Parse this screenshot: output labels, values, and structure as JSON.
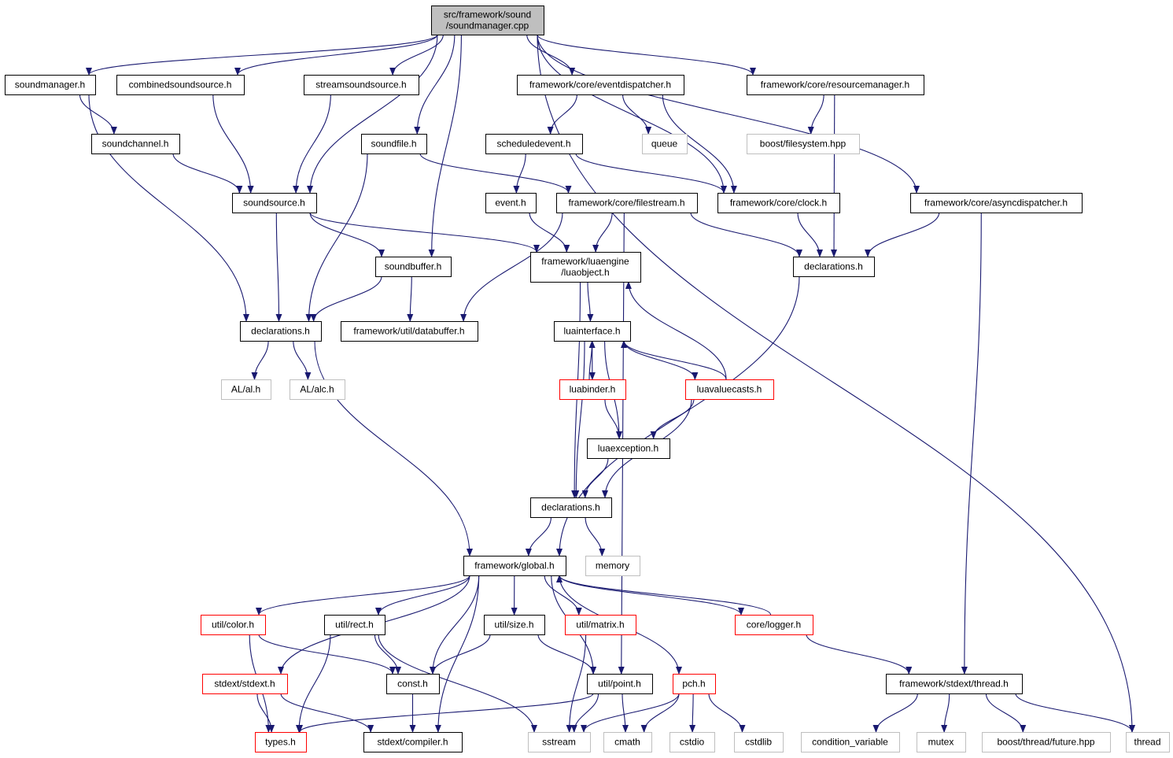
{
  "colors": {
    "edge": "#191970",
    "box_default": "#000000",
    "box_external": "#bfbfbf",
    "box_truncated": "#ff0000",
    "root_fill": "#bfbfbf",
    "fill": "#ffffff"
  },
  "nodes": [
    {
      "id": "root",
      "lines": [
        "src/framework/sound",
        "/soundmanager.cpp"
      ],
      "kind": "root"
    },
    {
      "id": "soundmanager_h",
      "lines": [
        "soundmanager.h"
      ],
      "kind": "default"
    },
    {
      "id": "combinedsoundsource_h",
      "lines": [
        "combinedsoundsource.h"
      ],
      "kind": "default"
    },
    {
      "id": "streamsoundsource_h",
      "lines": [
        "streamsoundsource.h"
      ],
      "kind": "default"
    },
    {
      "id": "eventdispatcher_h",
      "lines": [
        "framework/core/eventdispatcher.h"
      ],
      "kind": "default"
    },
    {
      "id": "resourcemanager_h",
      "lines": [
        "framework/core/resourcemanager.h"
      ],
      "kind": "default"
    },
    {
      "id": "soundchannel_h",
      "lines": [
        "soundchannel.h"
      ],
      "kind": "default"
    },
    {
      "id": "soundfile_h",
      "lines": [
        "soundfile.h"
      ],
      "kind": "default"
    },
    {
      "id": "scheduledevent_h",
      "lines": [
        "scheduledevent.h"
      ],
      "kind": "default"
    },
    {
      "id": "queue",
      "lines": [
        "queue"
      ],
      "kind": "external"
    },
    {
      "id": "boost_filesystem",
      "lines": [
        "boost/filesystem.hpp"
      ],
      "kind": "external"
    },
    {
      "id": "soundsource_h",
      "lines": [
        "soundsource.h"
      ],
      "kind": "default"
    },
    {
      "id": "event_h",
      "lines": [
        "event.h"
      ],
      "kind": "default"
    },
    {
      "id": "filestream_h",
      "lines": [
        "framework/core/filestream.h"
      ],
      "kind": "default"
    },
    {
      "id": "clock_h",
      "lines": [
        "framework/core/clock.h"
      ],
      "kind": "default"
    },
    {
      "id": "asyncdispatcher_h",
      "lines": [
        "framework/core/asyncdispatcher.h"
      ],
      "kind": "default"
    },
    {
      "id": "soundbuffer_h",
      "lines": [
        "soundbuffer.h"
      ],
      "kind": "default"
    },
    {
      "id": "luaobject_h",
      "lines": [
        "framework/luaengine",
        "/luaobject.h"
      ],
      "kind": "default"
    },
    {
      "id": "core_declarations_h",
      "lines": [
        "declarations.h"
      ],
      "kind": "default"
    },
    {
      "id": "sound_declarations_h",
      "lines": [
        "declarations.h"
      ],
      "kind": "default"
    },
    {
      "id": "databuffer_h",
      "lines": [
        "framework/util/databuffer.h"
      ],
      "kind": "default"
    },
    {
      "id": "luainterface_h",
      "lines": [
        "luainterface.h"
      ],
      "kind": "default"
    },
    {
      "id": "al_h",
      "lines": [
        "AL/al.h"
      ],
      "kind": "external"
    },
    {
      "id": "alc_h",
      "lines": [
        "AL/alc.h"
      ],
      "kind": "external"
    },
    {
      "id": "luabinder_h",
      "lines": [
        "luabinder.h"
      ],
      "kind": "truncated"
    },
    {
      "id": "luavaluecasts_h",
      "lines": [
        "luavaluecasts.h"
      ],
      "kind": "truncated"
    },
    {
      "id": "luaexception_h",
      "lines": [
        "luaexception.h"
      ],
      "kind": "default"
    },
    {
      "id": "lua_declarations_h",
      "lines": [
        "declarations.h"
      ],
      "kind": "default"
    },
    {
      "id": "global_h",
      "lines": [
        "framework/global.h"
      ],
      "kind": "default"
    },
    {
      "id": "memory",
      "lines": [
        "memory"
      ],
      "kind": "external"
    },
    {
      "id": "color_h",
      "lines": [
        "util/color.h"
      ],
      "kind": "truncated"
    },
    {
      "id": "rect_h",
      "lines": [
        "util/rect.h"
      ],
      "kind": "default"
    },
    {
      "id": "size_h",
      "lines": [
        "util/size.h"
      ],
      "kind": "default"
    },
    {
      "id": "matrix_h",
      "lines": [
        "util/matrix.h"
      ],
      "kind": "truncated"
    },
    {
      "id": "logger_h",
      "lines": [
        "core/logger.h"
      ],
      "kind": "truncated"
    },
    {
      "id": "stdext_h",
      "lines": [
        "stdext/stdext.h"
      ],
      "kind": "truncated"
    },
    {
      "id": "const_h",
      "lines": [
        "const.h"
      ],
      "kind": "default"
    },
    {
      "id": "point_h",
      "lines": [
        "util/point.h"
      ],
      "kind": "default"
    },
    {
      "id": "pch_h",
      "lines": [
        "pch.h"
      ],
      "kind": "truncated"
    },
    {
      "id": "thread_h",
      "lines": [
        "framework/stdext/thread.h"
      ],
      "kind": "default"
    },
    {
      "id": "types_h",
      "lines": [
        "types.h"
      ],
      "kind": "truncated"
    },
    {
      "id": "compiler_h",
      "lines": [
        "stdext/compiler.h"
      ],
      "kind": "default"
    },
    {
      "id": "sstream",
      "lines": [
        "sstream"
      ],
      "kind": "external"
    },
    {
      "id": "cmath",
      "lines": [
        "cmath"
      ],
      "kind": "external"
    },
    {
      "id": "cstdio",
      "lines": [
        "cstdio"
      ],
      "kind": "external"
    },
    {
      "id": "cstdlib",
      "lines": [
        "cstdlib"
      ],
      "kind": "external"
    },
    {
      "id": "condition_variable",
      "lines": [
        "condition_variable"
      ],
      "kind": "external"
    },
    {
      "id": "mutex",
      "lines": [
        "mutex"
      ],
      "kind": "external"
    },
    {
      "id": "boost_future",
      "lines": [
        "boost/thread/future.hpp"
      ],
      "kind": "external"
    },
    {
      "id": "thread",
      "lines": [
        "thread"
      ],
      "kind": "external"
    }
  ],
  "edges": [
    [
      "root",
      "soundmanager_h"
    ],
    [
      "root",
      "combinedsoundsource_h"
    ],
    [
      "root",
      "streamsoundsource_h"
    ],
    [
      "root",
      "eventdispatcher_h"
    ],
    [
      "root",
      "resourcemanager_h"
    ],
    [
      "root",
      "soundsource_h"
    ],
    [
      "root",
      "soundfile_h"
    ],
    [
      "root",
      "soundbuffer_h"
    ],
    [
      "root",
      "clock_h"
    ],
    [
      "root",
      "asyncdispatcher_h"
    ],
    [
      "root",
      "thread"
    ],
    [
      "soundmanager_h",
      "soundchannel_h"
    ],
    [
      "soundmanager_h",
      "sound_declarations_h"
    ],
    [
      "combinedsoundsource_h",
      "soundsource_h"
    ],
    [
      "streamsoundsource_h",
      "soundsource_h"
    ],
    [
      "soundchannel_h",
      "soundsource_h"
    ],
    [
      "soundfile_h",
      "filestream_h"
    ],
    [
      "soundfile_h",
      "sound_declarations_h"
    ],
    [
      "eventdispatcher_h",
      "scheduledevent_h"
    ],
    [
      "eventdispatcher_h",
      "queue"
    ],
    [
      "eventdispatcher_h",
      "clock_h"
    ],
    [
      "scheduledevent_h",
      "event_h"
    ],
    [
      "scheduledevent_h",
      "clock_h"
    ],
    [
      "resourcemanager_h",
      "boost_filesystem"
    ],
    [
      "resourcemanager_h",
      "core_declarations_h"
    ],
    [
      "soundsource_h",
      "soundbuffer_h"
    ],
    [
      "soundsource_h",
      "sound_declarations_h"
    ],
    [
      "soundsource_h",
      "luaobject_h"
    ],
    [
      "event_h",
      "luaobject_h"
    ],
    [
      "filestream_h",
      "luaobject_h"
    ],
    [
      "filestream_h",
      "databuffer_h"
    ],
    [
      "filestream_h",
      "core_declarations_h"
    ],
    [
      "filestream_h",
      "point_h"
    ],
    [
      "clock_h",
      "core_declarations_h"
    ],
    [
      "asyncdispatcher_h",
      "core_declarations_h"
    ],
    [
      "asyncdispatcher_h",
      "thread_h"
    ],
    [
      "soundbuffer_h",
      "sound_declarations_h"
    ],
    [
      "soundbuffer_h",
      "databuffer_h"
    ],
    [
      "luaobject_h",
      "luainterface_h"
    ],
    [
      "luaobject_h",
      "lua_declarations_h"
    ],
    [
      "core_declarations_h",
      "global_h"
    ],
    [
      "sound_declarations_h",
      "al_h"
    ],
    [
      "sound_declarations_h",
      "alc_h"
    ],
    [
      "sound_declarations_h",
      "global_h"
    ],
    [
      "luainterface_h",
      "luabinder_h"
    ],
    [
      "luainterface_h",
      "luavaluecasts_h"
    ],
    [
      "luainterface_h",
      "luaexception_h"
    ],
    [
      "luainterface_h",
      "lua_declarations_h"
    ],
    [
      "luabinder_h",
      "luainterface_h"
    ],
    [
      "luabinder_h",
      "luaexception_h"
    ],
    [
      "luavaluecasts_h",
      "luainterface_h"
    ],
    [
      "luavaluecasts_h",
      "luaobject_h"
    ],
    [
      "luavaluecasts_h",
      "luaexception_h"
    ],
    [
      "luavaluecasts_h",
      "lua_declarations_h"
    ],
    [
      "luaexception_h",
      "lua_declarations_h"
    ],
    [
      "lua_declarations_h",
      "global_h"
    ],
    [
      "lua_declarations_h",
      "memory"
    ],
    [
      "global_h",
      "color_h"
    ],
    [
      "global_h",
      "rect_h"
    ],
    [
      "global_h",
      "size_h"
    ],
    [
      "global_h",
      "matrix_h"
    ],
    [
      "global_h",
      "logger_h"
    ],
    [
      "global_h",
      "stdext_h"
    ],
    [
      "global_h",
      "const_h"
    ],
    [
      "global_h",
      "point_h"
    ],
    [
      "global_h",
      "pch_h"
    ],
    [
      "global_h",
      "compiler_h"
    ],
    [
      "logger_h",
      "global_h"
    ],
    [
      "logger_h",
      "thread_h"
    ],
    [
      "color_h",
      "const_h"
    ],
    [
      "color_h",
      "types_h"
    ],
    [
      "rect_h",
      "const_h"
    ],
    [
      "rect_h",
      "types_h"
    ],
    [
      "rect_h",
      "sstream"
    ],
    [
      "size_h",
      "const_h"
    ],
    [
      "size_h",
      "point_h"
    ],
    [
      "matrix_h",
      "sstream"
    ],
    [
      "stdext_h",
      "types_h"
    ],
    [
      "stdext_h",
      "compiler_h"
    ],
    [
      "const_h",
      "compiler_h"
    ],
    [
      "point_h",
      "types_h"
    ],
    [
      "point_h",
      "sstream"
    ],
    [
      "point_h",
      "cmath"
    ],
    [
      "pch_h",
      "sstream"
    ],
    [
      "pch_h",
      "cmath"
    ],
    [
      "pch_h",
      "cstdio"
    ],
    [
      "pch_h",
      "cstdlib"
    ],
    [
      "thread_h",
      "condition_variable"
    ],
    [
      "thread_h",
      "mutex"
    ],
    [
      "thread_h",
      "boost_future"
    ],
    [
      "thread_h",
      "thread"
    ]
  ]
}
